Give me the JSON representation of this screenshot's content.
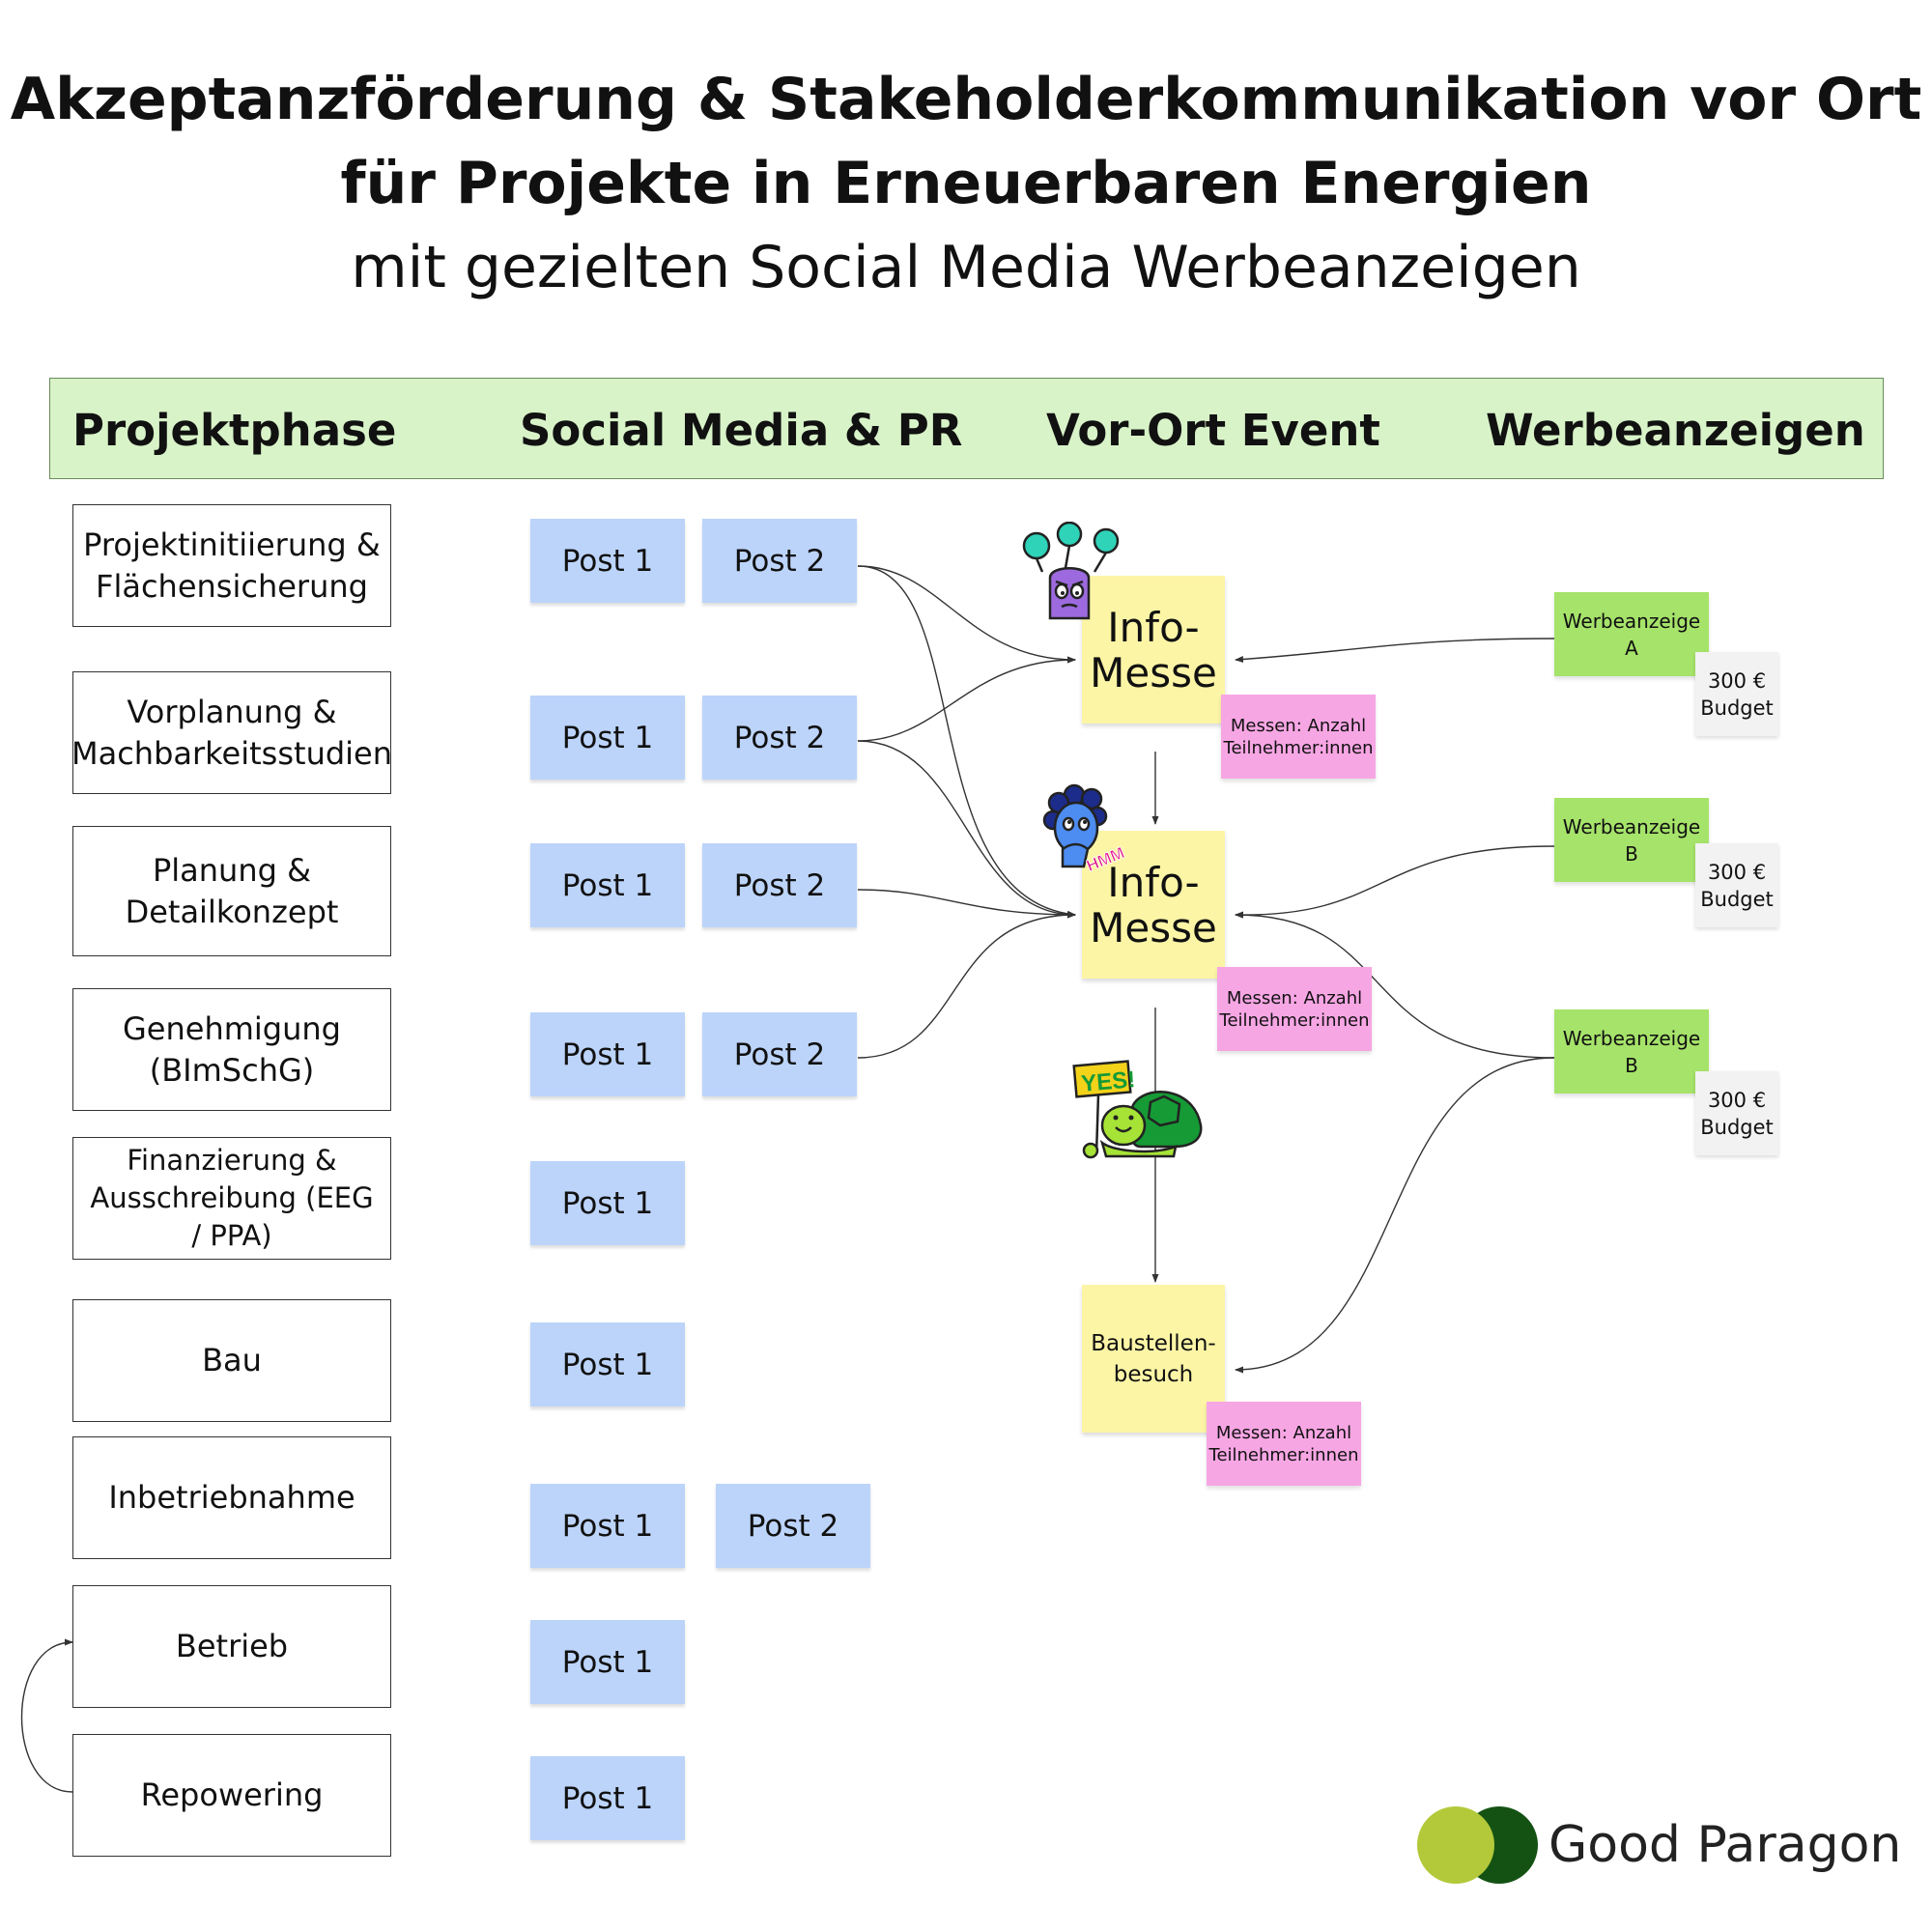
{
  "title": {
    "line1": "Akzeptanzförderung & Stakeholderkommunikation vor Ort",
    "line2": "für Projekte in Erneuerbaren Energien",
    "subtitle": "mit gezielten Social Media Werbeanzeigen"
  },
  "headers": {
    "phase": "Projektphase",
    "social": "Social Media & PR",
    "event": "Vor-Ort Event",
    "ads": "Werbeanzeigen"
  },
  "phases": [
    {
      "label": "Projektinitiierung & Flächensicherung"
    },
    {
      "label": "Vorplanung & Machbarkeitsstudien"
    },
    {
      "label": "Planung & Detailkonzept"
    },
    {
      "label": "Genehmigung (BImSchG)"
    },
    {
      "label": "Finanzierung & Ausschreibung (EEG / PPA)"
    },
    {
      "label": "Bau"
    },
    {
      "label": "Inbetriebnahme"
    },
    {
      "label": "Betrieb"
    },
    {
      "label": "Repowering"
    }
  ],
  "posts": {
    "post1": "Post 1",
    "post2": "Post 2"
  },
  "events": {
    "info1": "Info-\nMesse",
    "info2": "Info-\nMesse",
    "site": "Baustellen-\nbesuch",
    "measure": "Messen: Anzahl\nTeilnehmer:innen"
  },
  "ads": {
    "a": "Werbeanzeige\nA",
    "b1": "Werbeanzeige\nB",
    "b2": "Werbeanzeige\nB",
    "budget": "300 €\nBudget"
  },
  "stickers": {
    "yes": "YES!",
    "hmm": "HMM"
  },
  "brand": {
    "name": "Good Paragon",
    "color_light": "#b3c93a",
    "color_dark": "#145214"
  },
  "colors": {
    "header_band": "#d8f3c8",
    "post": "#bcd4fa",
    "event": "#fcf5a6",
    "measure": "#f7a6e4",
    "ad": "#a6e36a",
    "budget": "#f2f2f2"
  }
}
